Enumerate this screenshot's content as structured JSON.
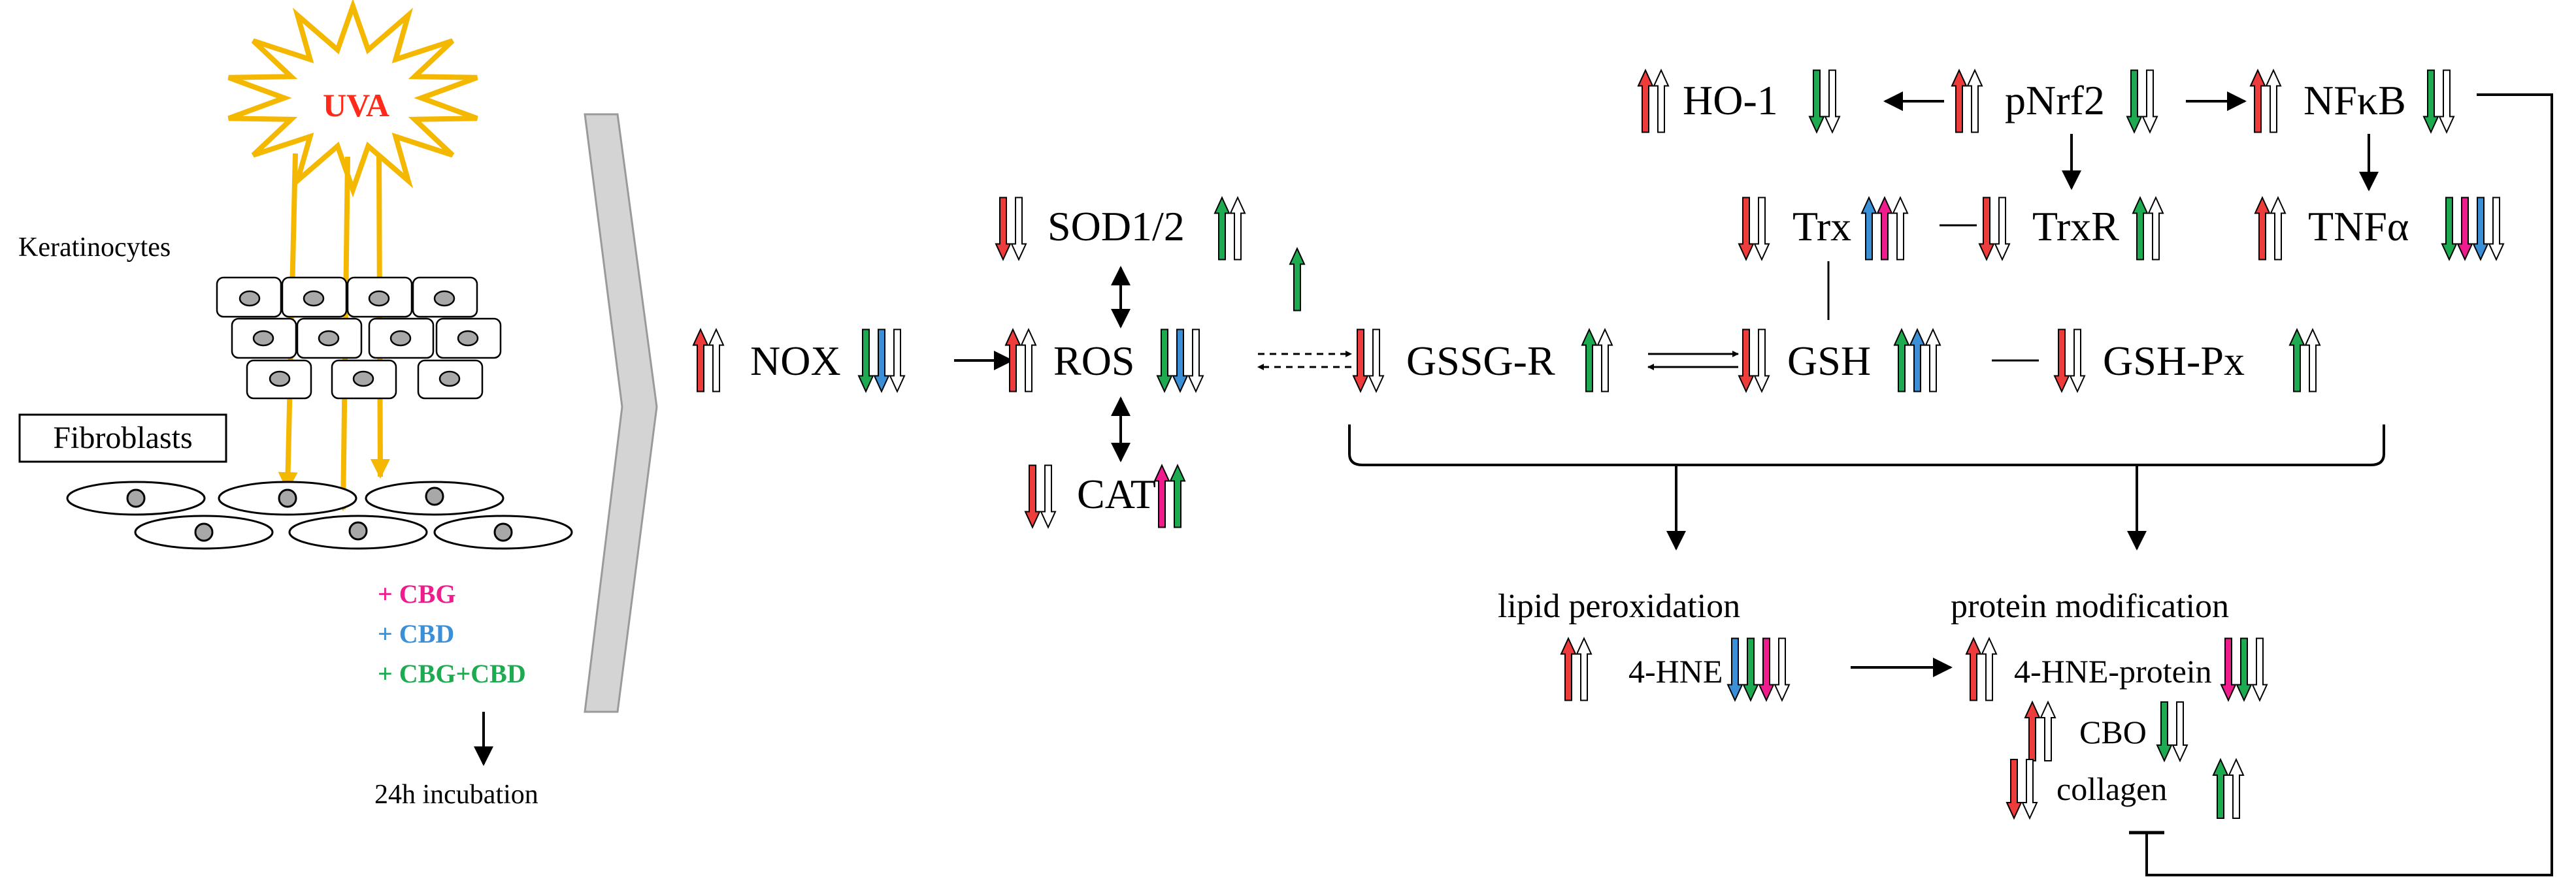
{
  "colors": {
    "red": "#ee3b3b",
    "pink": "#ee1c8c",
    "blue": "#3a8fd6",
    "green": "#1eaa50",
    "black": "#000000",
    "uva": "#ff2a1a",
    "uva_ray": "#f5b800",
    "chevron": "#d4d4d4",
    "cbg": "#ee1c8c",
    "cbd": "#3a8fd6",
    "combo": "#1eaa50"
  },
  "left_panel": {
    "uva_label": "UVA",
    "keratinocytes_label": "Keratinocytes",
    "fibroblasts_label": "Fibroblasts",
    "treatments": [
      "+ CBG",
      "+ CBD",
      "+ CBG+CBD"
    ],
    "incubation_label": "24h incubation"
  },
  "nodes": {
    "nox": "NOX",
    "ros": "ROS",
    "sod": "SOD1/2",
    "cat": "CAT",
    "gssgr": "GSSG-R",
    "gsh": "GSH",
    "gshpx": "GSH-Px",
    "trx": "Trx",
    "trxr": "TrxR",
    "ho1": "HO-1",
    "pnrf2": "pNrf2",
    "nfkb": "NFκB",
    "tnfa": "TNFα",
    "lipid_peroxidation": "lipid peroxidation",
    "protein_modification": "protein modification",
    "hne": "4-HNE",
    "hne_protein": "4-HNE-protein",
    "cbo": "CBO",
    "collagen": "collagen"
  },
  "indicators": [
    {
      "id": "nox",
      "uva": [
        "R",
        "K"
      ],
      "treat": [
        "G",
        "B",
        "K"
      ]
    },
    {
      "id": "ros",
      "uva": [
        "R",
        "K"
      ],
      "treat": [
        "G",
        "B",
        "K"
      ]
    },
    {
      "id": "sod",
      "uva": [
        "R",
        "K"
      ],
      "treat": [
        "G",
        "K"
      ]
    },
    {
      "id": "cat",
      "uva": [
        "R",
        "K"
      ],
      "treat": [
        "P",
        "G"
      ]
    },
    {
      "id": "gssgr",
      "uva": [
        "R",
        "K"
      ],
      "treat": [
        "G",
        "K"
      ]
    },
    {
      "id": "gsh",
      "uva": [
        "R",
        "K"
      ],
      "treat": [
        "G",
        "B",
        "K"
      ]
    },
    {
      "id": "gshpx",
      "uva": [
        "R",
        "K"
      ],
      "treat": [
        "G",
        "K"
      ]
    },
    {
      "id": "trx",
      "uva": [
        "R",
        "K"
      ],
      "treat": [
        "B",
        "P",
        "K"
      ]
    },
    {
      "id": "trxr",
      "uva": [
        "R",
        "K"
      ],
      "treat": [
        "G",
        "K"
      ]
    },
    {
      "id": "ho1",
      "uva": [
        "R",
        "K"
      ],
      "treat": [
        "G",
        "K"
      ]
    },
    {
      "id": "pnrf2",
      "uva": [
        "R",
        "K"
      ],
      "treat": [
        "G",
        "K"
      ]
    },
    {
      "id": "nfkb",
      "uva": [
        "R",
        "K"
      ],
      "treat": [
        "G",
        "K"
      ]
    },
    {
      "id": "tnfa",
      "uva": [
        "R",
        "K"
      ],
      "treat": [
        "G",
        "P",
        "B",
        "K"
      ]
    },
    {
      "id": "hne",
      "uva": [
        "R",
        "K"
      ],
      "treat": [
        "B",
        "G",
        "P",
        "K"
      ]
    },
    {
      "id": "hne_protein",
      "uva": [
        "R",
        "K"
      ],
      "treat": [
        "P",
        "G",
        "K"
      ]
    },
    {
      "id": "cbo",
      "uva": [
        "R",
        "K"
      ],
      "treat": [
        "G",
        "K"
      ]
    },
    {
      "id": "collagen",
      "uva": [
        "R",
        "K"
      ],
      "treat": [
        "G",
        "K"
      ]
    }
  ]
}
